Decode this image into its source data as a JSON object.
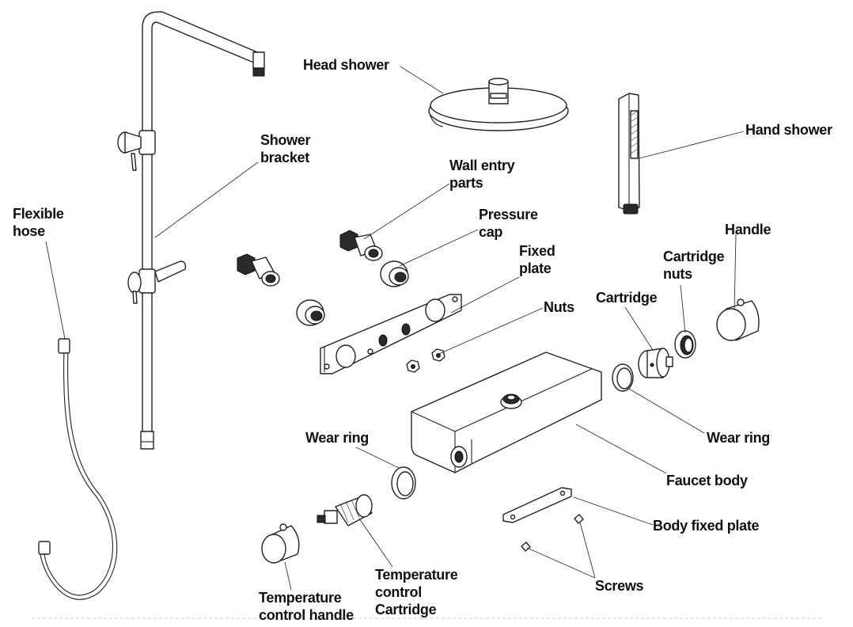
{
  "diagram": {
    "labels": {
      "head_shower": "Head shower",
      "hand_shower": "Hand shower",
      "shower_bracket": [
        "Shower",
        "bracket"
      ],
      "wall_entry_parts": [
        "Wall entry",
        "parts"
      ],
      "flexible_hose": [
        "Flexible",
        "hose"
      ],
      "pressure_cap": [
        "Pressure",
        "cap"
      ],
      "fixed_plate": [
        "Fixed",
        "plate"
      ],
      "handle": "Handle",
      "cartridge_nuts": [
        "Cartridge",
        "nuts"
      ],
      "cartridge": "Cartridge",
      "nuts": "Nuts",
      "wear_ring_right": "Wear ring",
      "wear_ring_left": "Wear ring",
      "faucet_body": "Faucet body",
      "body_fixed_plate": "Body fixed plate",
      "screws": "Screws",
      "temperature_control_handle": [
        "Temperature",
        "control handle"
      ],
      "temperature_control_cartridge": [
        "Temperature",
        "control",
        "Cartridge"
      ]
    }
  }
}
